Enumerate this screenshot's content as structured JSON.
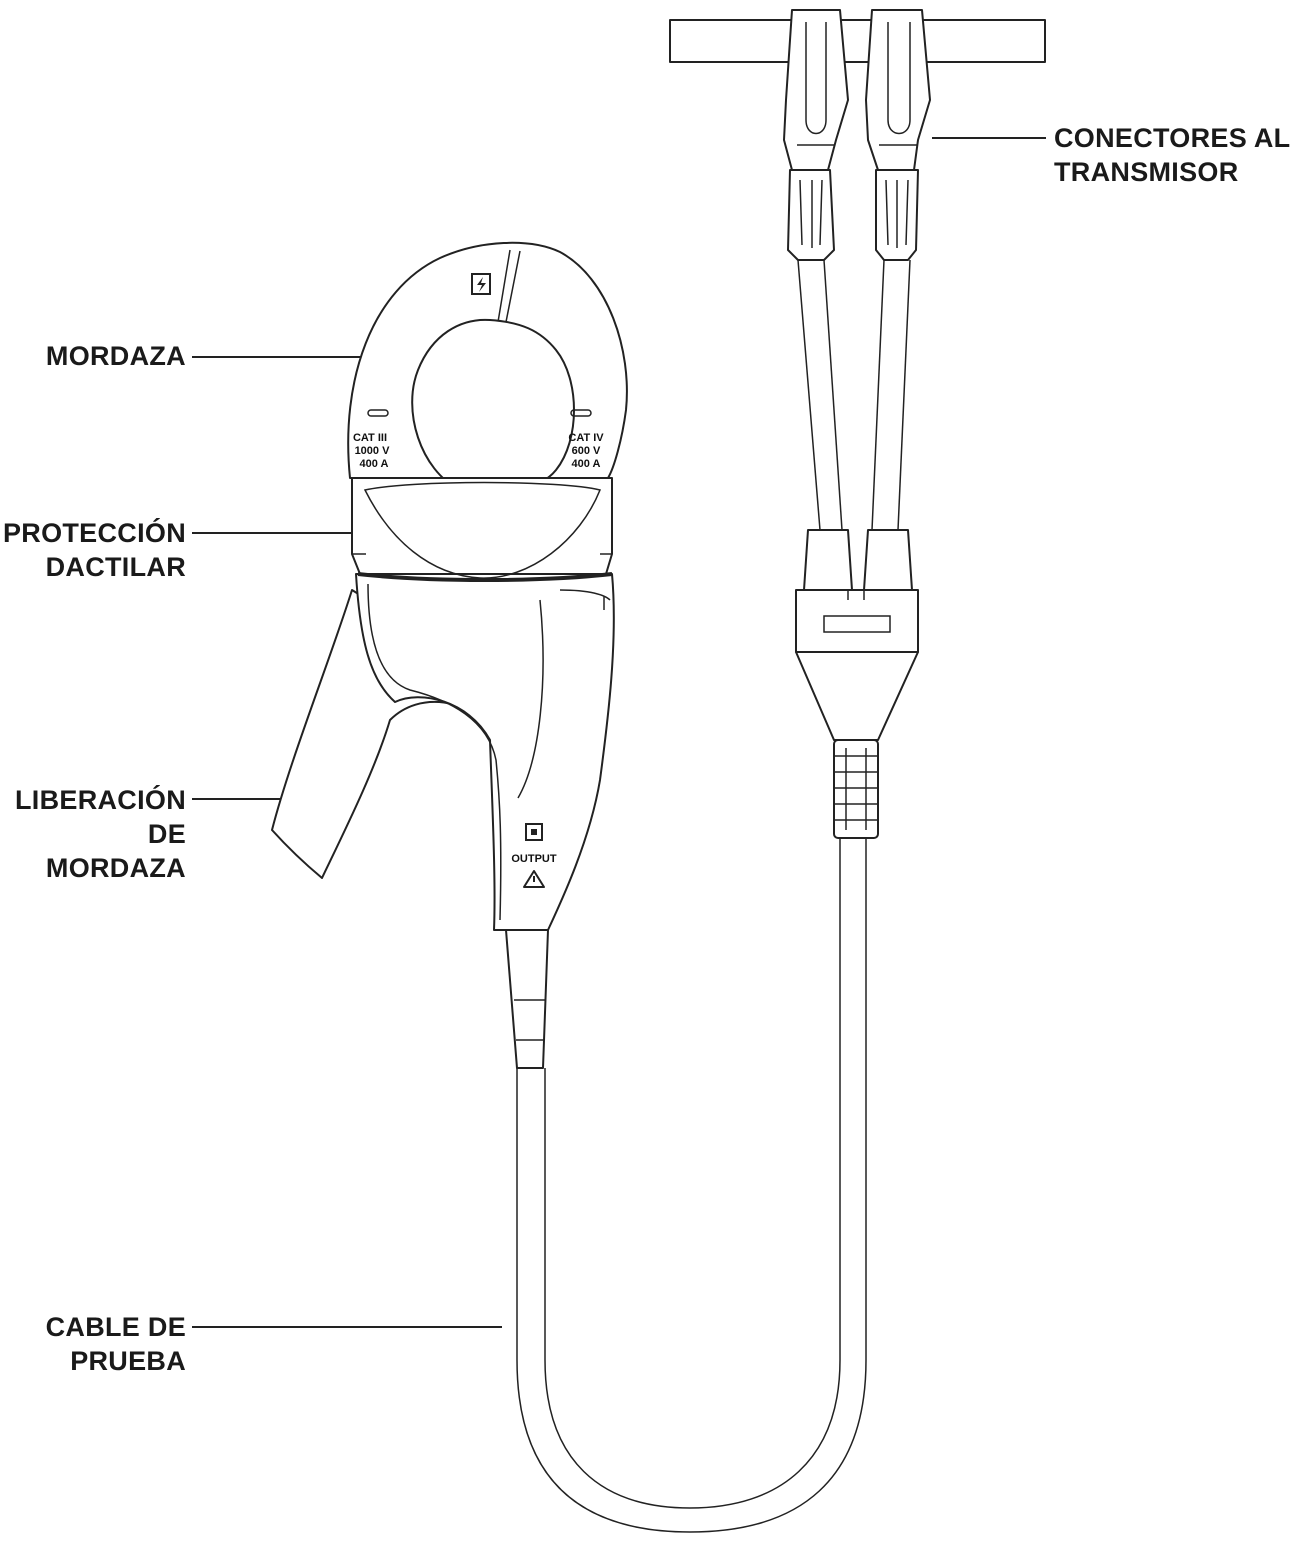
{
  "callouts": {
    "jaw": {
      "lines": [
        "MORDAZA"
      ]
    },
    "finger_guard": {
      "lines": [
        "PROTECCIÓN",
        "DACTILAR"
      ]
    },
    "jaw_release": {
      "lines": [
        "LIBERACIÓN",
        "DE",
        "MORDAZA"
      ]
    },
    "test_lead": {
      "lines": [
        "CABLE DE",
        "PRUEBA"
      ]
    },
    "transmitter_connectors": {
      "lines": [
        "CONECTORES AL",
        "TRANSMISOR"
      ]
    }
  },
  "clamp_markings": {
    "left": [
      "CAT III",
      "1000 V",
      "400 A"
    ],
    "right": [
      "CAT IV",
      "600 V",
      "400 A"
    ],
    "output_label": "OUTPUT"
  },
  "icons": {
    "jaw_top": "lightning-box-icon",
    "output_port": "square-port-icon",
    "warning": "warning-triangle-icon"
  }
}
